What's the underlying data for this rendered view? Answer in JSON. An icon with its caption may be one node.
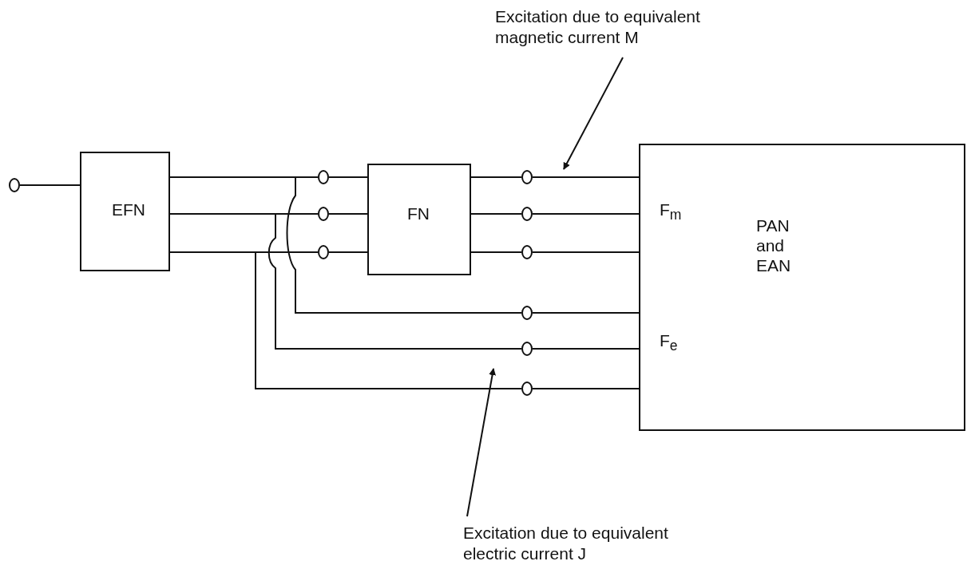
{
  "diagram": {
    "nodes": [
      {
        "text": [],
        "shape": "circle"
      },
      {
        "text": [
          "EFN"
        ]
      },
      {
        "text": [],
        "shape": "circle"
      },
      {
        "text": [],
        "shape": "circle"
      },
      {
        "text": [],
        "shape": "circle"
      },
      {
        "text": [
          "FN"
        ]
      },
      {
        "text": [],
        "shape": "circle"
      },
      {
        "text": [],
        "shape": "circle"
      },
      {
        "text": [],
        "shape": "circle"
      },
      {
        "text": [],
        "shape": "circle"
      },
      {
        "text": [],
        "shape": "circle"
      },
      {
        "text": [],
        "shape": "circle"
      },
      {
        "text": [
          "F$_{m}$",
          "PAN and EAN",
          "F$_{e}$"
        ]
      },
      {
        "text": [
          "Excitation due to equivalent magnetic current M"
        ]
      },
      {
        "text": [
          "Excitation due to equivalent electric current J"
        ]
      }
    ],
    "edges": [
      {
        "from": 0,
        "to": 1,
        "arrow": "none"
      },
      {
        "from": 1,
        "to": 2,
        "arrow": "none"
      },
      {
        "from": 1,
        "to": 3,
        "arrow": "none"
      },
      {
        "from": 1,
        "to": 4,
        "arrow": "none"
      },
      {
        "from": 1,
        "to": 9,
        "arrow": "none"
      },
      {
        "from": 1,
        "to": 10,
        "arrow": "none"
      },
      {
        "from": 1,
        "to": 11,
        "arrow": "none"
      },
      {
        "from": 2,
        "to": 5,
        "arrow": "none"
      },
      {
        "from": 3,
        "to": 5,
        "arrow": "none"
      },
      {
        "from": 4,
        "to": 5,
        "arrow": "none"
      },
      {
        "from": 5,
        "to": 6,
        "arrow": "none"
      },
      {
        "from": 5,
        "to": 7,
        "arrow": "none"
      },
      {
        "from": 5,
        "to": 8,
        "arrow": "none"
      },
      {
        "from": 6,
        "to": 12,
        "arrow": "none"
      },
      {
        "from": 7,
        "to": 12,
        "arrow": "none"
      },
      {
        "from": 8,
        "to": 12,
        "arrow": "none"
      },
      {
        "from": 9,
        "to": 12,
        "arrow": "none"
      },
      {
        "from": 10,
        "to": 12,
        "arrow": "none"
      },
      {
        "from": 11,
        "to": 12,
        "arrow": "none"
      },
      {
        "from": 13,
        "to": null,
        "arrow": "to"
      },
      {
        "from": 14,
        "to": null,
        "arrow": "to"
      }
    ]
  }
}
